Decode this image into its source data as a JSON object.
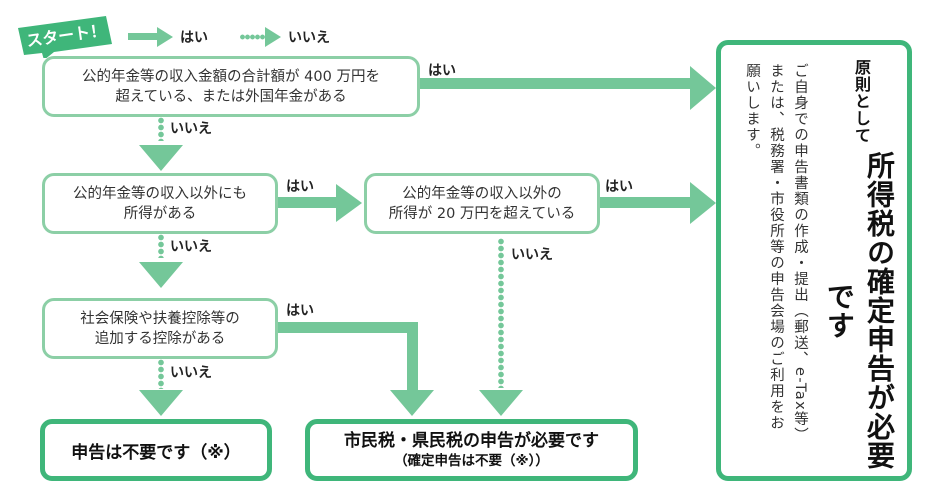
{
  "legend": {
    "start_label": "スタート！",
    "yes_label": "はい",
    "no_label": "いいえ",
    "solid_arrow_meaning": "はい",
    "dotted_arrow_meaning": "いいえ"
  },
  "questions": [
    {
      "id": "q1",
      "line1": "公的年金等の収入金額の合計額が 400 万円を",
      "line2": "超えている、または外国年金がある"
    },
    {
      "id": "q2",
      "line1": "公的年金等の収入以外にも",
      "line2": "所得がある"
    },
    {
      "id": "q3",
      "line1": "公的年金等の収入以外の",
      "line2": "所得が 20 万円を超えている"
    },
    {
      "id": "q4",
      "line1": "社会保険や扶養控除等の",
      "line2": "追加する控除がある"
    }
  ],
  "edge_labels": {
    "q1_yes": "はい",
    "q1_no": "いいえ",
    "q2_yes": "はい",
    "q2_no": "いいえ",
    "q3_yes": "はい",
    "q3_no": "いいえ",
    "q4_yes": "はい",
    "q4_no": "いいえ"
  },
  "results": {
    "no_filing": {
      "text": "申告は不要です（※）"
    },
    "local_tax": {
      "line1": "市民税・県民税の申告が必要です",
      "line2": "（確定申告は不要（※））"
    },
    "income_tax": {
      "prefix": "原則として",
      "title": "所得税の確定申告が必要です",
      "body_col1": "ご自身での申告書類の作成・提出（郵送、e-Tax等）",
      "body_col2": "または、税務署・市役所等の申告会場のご利用をお",
      "body_col3": "願いします。"
    }
  },
  "colors": {
    "arrow": "#74c799",
    "question_border": "#8ccfa6",
    "result_border": "#3fb67a",
    "start_badge": "#3fb67a"
  }
}
